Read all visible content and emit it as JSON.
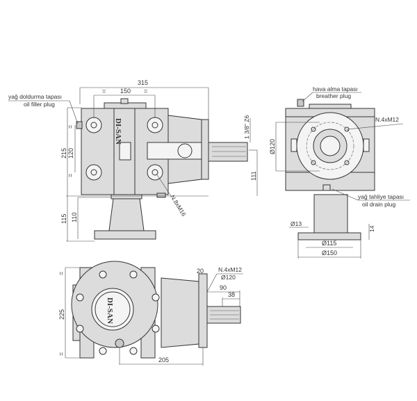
{
  "front_view": {
    "label_filler_tr": "yağ doldurma tapası",
    "label_filler_en": "oil filler plug",
    "dim_overall_width": "315",
    "dim_bolt_spacing": "150",
    "dim_equal": "=",
    "dim_height": "215",
    "dim_bolt_vertical": "120",
    "dim_pedestal_total": "115",
    "dim_pedestal": "110",
    "bolt_spec": "N.8xM16",
    "shaft_spec": "1 3/8\" Z6",
    "dim_shaft_height": "111",
    "logo": "DI-SAN"
  },
  "side_view": {
    "label_breather_tr": "hava alma tapası",
    "label_breather_en": "breather plug",
    "bolt_spec": "N.4xM12",
    "dim_flange_dia": "Ø120",
    "label_drain_tr": "yağ tahliye tapası",
    "label_drain_en": "oil drain plug",
    "dim_hole": "Ø13",
    "dim_base_thickness": "14",
    "dim_bolt_circle": "Ø115",
    "dim_base_dia": "Ø150"
  },
  "bottom_view": {
    "dim_flange_thickness": "20",
    "bolt_spec": "N.4xM12",
    "dim_flange_dia": "Ø120",
    "dim_shaft_length": "90",
    "dim_spline_length": "38",
    "dim_width": "225",
    "dim_offset": "205",
    "dim_equal": "=",
    "logo": "DI-SAN"
  }
}
